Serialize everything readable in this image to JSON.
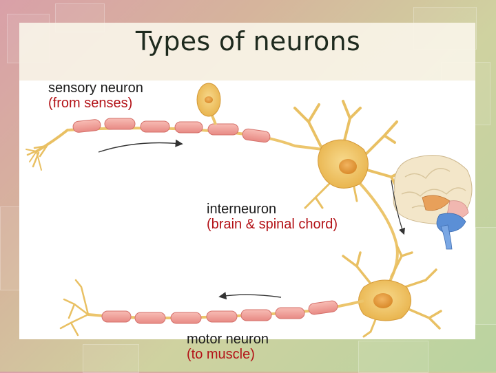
{
  "slide": {
    "title": "Types of neurons"
  },
  "neurons": [
    {
      "name": "sensory neuron",
      "where": "(from senses)"
    },
    {
      "name": "interneuron",
      "where": "(brain & spinal chord)"
    },
    {
      "name": "motor neuron",
      "where": "(to muscle)"
    }
  ],
  "colors": {
    "cell_body": "#f0c66a",
    "myelin": "#f0a09a",
    "label_text": "#1a1a1a",
    "label_accent": "#b31217"
  }
}
